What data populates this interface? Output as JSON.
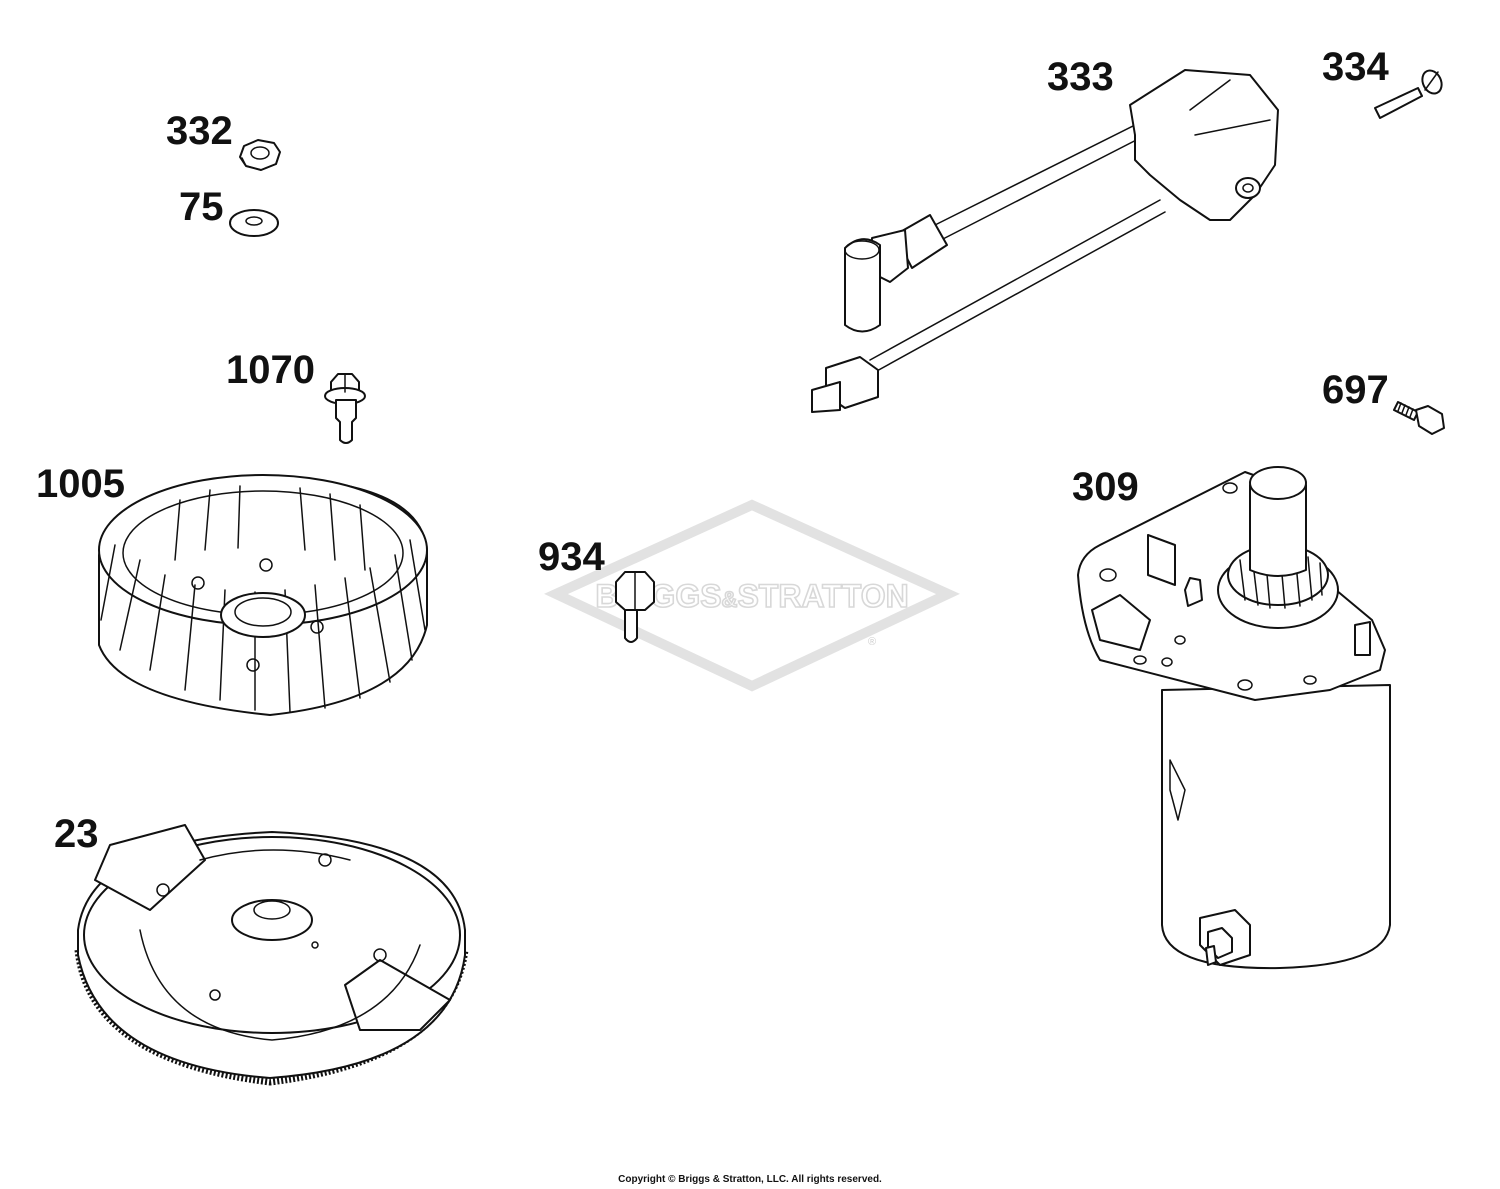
{
  "callouts": {
    "c332": "332",
    "c75": "75",
    "c1070": "1070",
    "c1005": "1005",
    "c23": "23",
    "c934": "934",
    "c333": "333",
    "c334": "334",
    "c697": "697",
    "c309": "309"
  },
  "watermark": {
    "brand_left": "BRIGGS",
    "ampersand": "&",
    "brand_right": "STRATTON",
    "registered": "®"
  },
  "copyright": "Copyright © Briggs & Stratton, LLC. All rights reserved.",
  "colors": {
    "line": "#111111",
    "watermark": "#e2e2e2",
    "background": "#ffffff"
  }
}
